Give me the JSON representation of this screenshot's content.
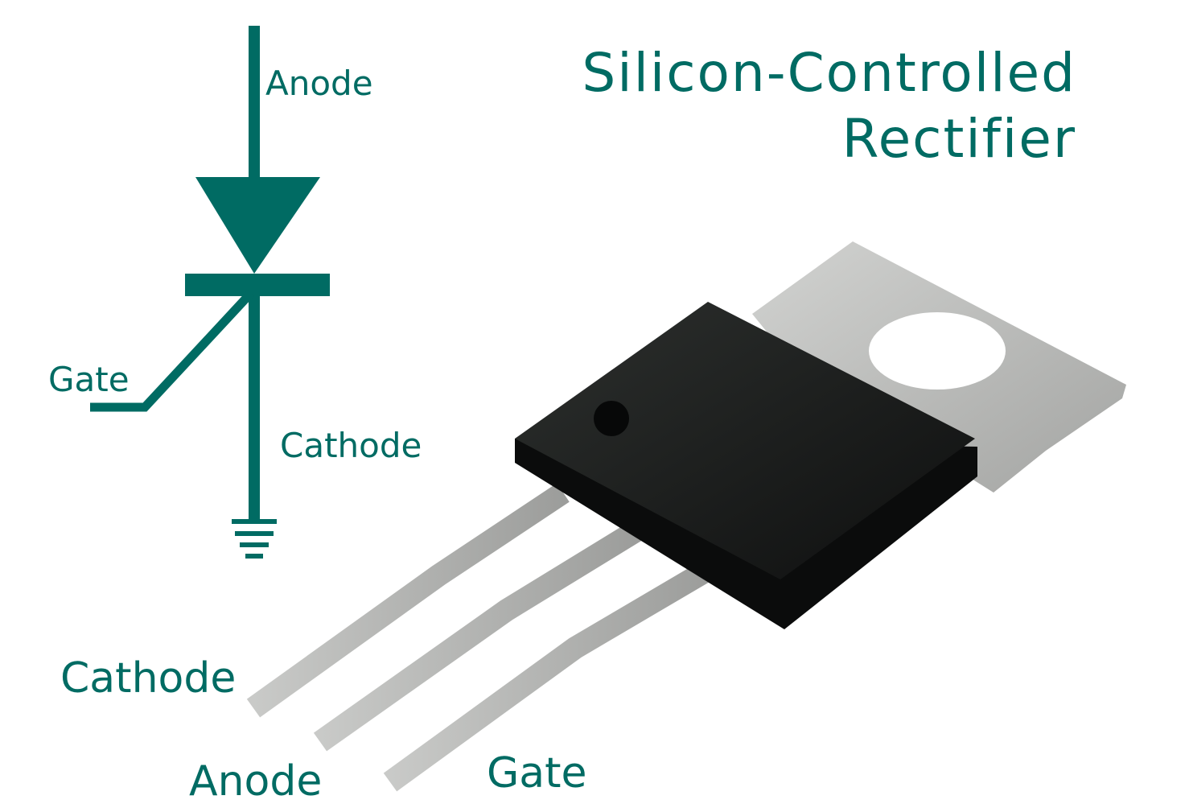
{
  "title": {
    "line1": "Silicon-Controlled",
    "line2": "Rectifier"
  },
  "symbol_labels": {
    "anode": "Anode",
    "gate": "Gate",
    "cathode": "Cathode"
  },
  "pin_labels": {
    "cathode": "Cathode",
    "anode": "Anode",
    "gate": "Gate"
  },
  "colors": {
    "accent": "#006b63",
    "body": "#1a1c1b",
    "metal": "#b9bab8"
  }
}
